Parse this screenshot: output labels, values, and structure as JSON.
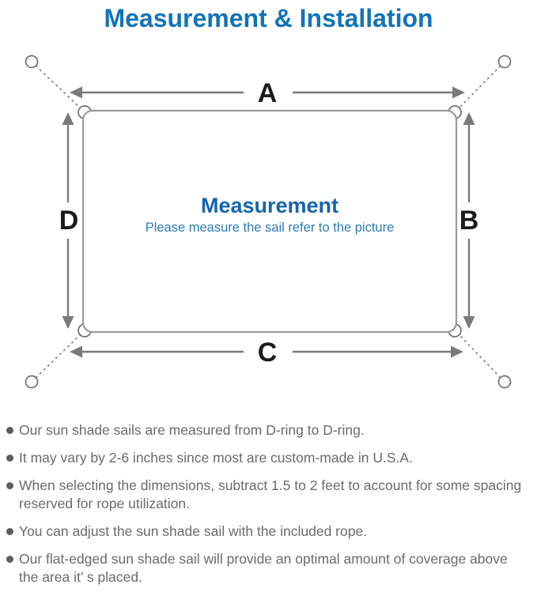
{
  "title": "Measurement & Installation",
  "diagram": {
    "labels": {
      "top": "A",
      "right": "B",
      "bottom": "C",
      "left": "D"
    },
    "center_title": "Measurement",
    "center_subtitle": "Please measure the sail refer to the picture"
  },
  "colors": {
    "heading_blue": "#1273b8",
    "center_title_blue": "#1565ae",
    "subtitle_blue": "#2e7cb2",
    "line_gray": "#7a7a7a",
    "outline_gray": "#9b9b9b",
    "label_black": "#1b1b1b",
    "note_text_gray": "#6b6b6b"
  },
  "notes": [
    {
      "text": "Our sun shade sails are measured from D-ring to D-ring."
    },
    {
      "text": "It may vary by 2-6 inches since most are custom-made in U.S.A."
    },
    {
      "text": "When selecting the dimensions, subtract 1.5 to 2 feet to account for some spacing\nreserved for rope utilization."
    },
    {
      "text": "You can adjust the sun shade sail with the included rope."
    },
    {
      "text": "Our flat-edged sun shade sail will provide an optimal amount of coverage above\nthe area it’ s placed."
    }
  ]
}
